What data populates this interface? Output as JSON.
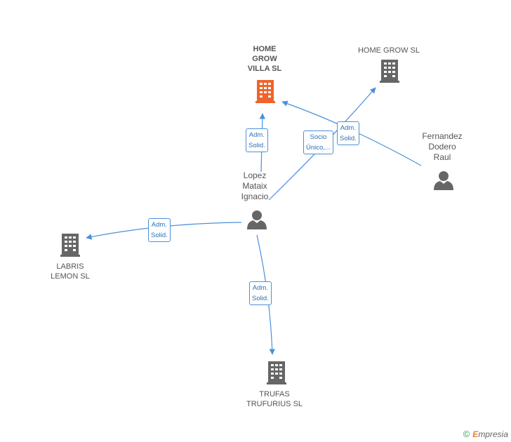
{
  "nodes": {
    "home_grow_villa": {
      "label_lines": [
        "HOME",
        "GROW",
        "VILLA SL"
      ],
      "color": "#f0632b",
      "kind": "building-icon"
    },
    "home_grow": {
      "label": "HOME GROW SL",
      "color": "#666666",
      "kind": "building-icon"
    },
    "labris": {
      "label_lines": [
        "LABRIS",
        "LEMON SL"
      ],
      "color": "#666666",
      "kind": "building-icon"
    },
    "trufas": {
      "label_lines": [
        "TRUFAS",
        "TRUFURIUS  SL"
      ],
      "color": "#666666",
      "kind": "building-icon"
    },
    "lopez": {
      "label_lines": [
        "Lopez",
        "Mataix",
        "Ignacio"
      ],
      "color": "#666666",
      "kind": "person-icon"
    },
    "fernandez": {
      "label_lines": [
        "Fernandez",
        "Dodero",
        "Raul"
      ],
      "color": "#666666",
      "kind": "person-icon"
    }
  },
  "edges": {
    "lopez_villa": [
      "Adm.",
      "Solid."
    ],
    "lopez_homegrow": [
      "Socio",
      "Único,..."
    ],
    "fernandez_villa": [
      "Adm.",
      "Solid."
    ],
    "lopez_labris": [
      "Adm.",
      "Solid."
    ],
    "lopez_trufas": [
      "Adm.",
      "Solid."
    ]
  },
  "edge_color": "#4a90d9",
  "footer": {
    "copyright": "©",
    "brand_e": "E",
    "brand_rest": "mpresia"
  }
}
